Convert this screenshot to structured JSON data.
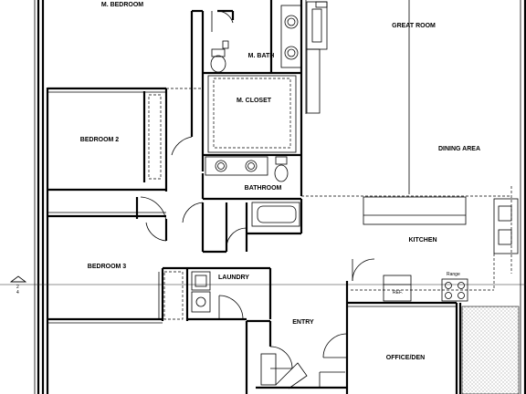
{
  "plan": {
    "rooms": {
      "master_bedroom": "M. BEDROOM",
      "master_bath": "M. BATH",
      "master_closet": "M. CLOSET",
      "great_room": "GREAT ROOM",
      "bedroom_2": "BEDROOM 2",
      "dining_area": "DINING AREA",
      "bathroom": "BATHROOM",
      "kitchen": "KITCHEN",
      "bedroom_3": "BEDROOM 3",
      "laundry": "LAUNDRY",
      "entry": "ENTRY",
      "office_den": "OFFICE/DEN"
    },
    "fixtures": {
      "range": "Range",
      "refrigerator": "REF.",
      "section_mark_top": "2",
      "section_mark_bottom": "4"
    }
  }
}
